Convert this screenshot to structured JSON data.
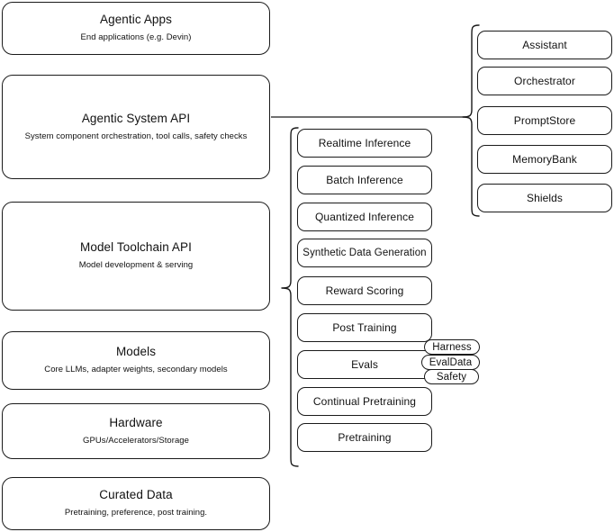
{
  "diagram": {
    "stack": [
      {
        "title": "Agentic Apps",
        "subtitle": "End applications (e.g. Devin)"
      },
      {
        "title": "Agentic System API",
        "subtitle": "System component orchestration, tool calls, safety checks"
      },
      {
        "title": "Model Toolchain API",
        "subtitle": "Model development & serving"
      },
      {
        "title": "Models",
        "subtitle": "Core LLMs, adapter weights, secondary models"
      },
      {
        "title": "Hardware",
        "subtitle": "GPUs/Accelerators/Storage"
      },
      {
        "title": "Curated Data",
        "subtitle": "Pretraining, preference, post training."
      }
    ],
    "toolchain_components": [
      {
        "label": "Realtime Inference"
      },
      {
        "label": "Batch Inference"
      },
      {
        "label": "Quantized Inference"
      },
      {
        "label": "Synthetic Data Generation"
      },
      {
        "label": "Reward Scoring"
      },
      {
        "label": "Post Training"
      },
      {
        "label": "Evals"
      },
      {
        "label": "Continual Pretraining"
      },
      {
        "label": "Pretraining"
      }
    ],
    "system_components": [
      {
        "label": "Assistant"
      },
      {
        "label": "Orchestrator"
      },
      {
        "label": "PromptStore"
      },
      {
        "label": "MemoryBank"
      },
      {
        "label": "Shields"
      }
    ],
    "eval_badges": [
      {
        "label": "Harness"
      },
      {
        "label": "EvalData"
      },
      {
        "label": "Safety"
      }
    ],
    "colors": {
      "stroke": "#1a1a1a",
      "text": "#111111",
      "background": "#ffffff"
    }
  }
}
